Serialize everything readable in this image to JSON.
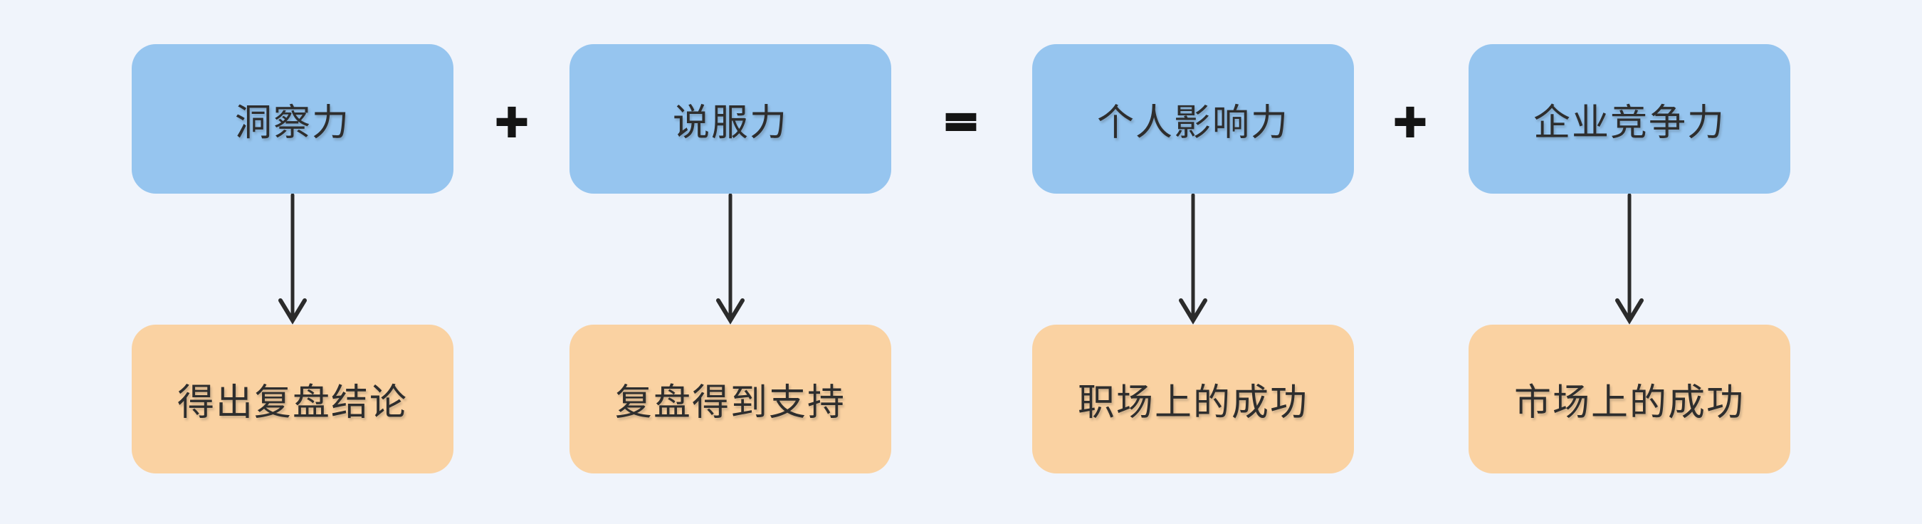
{
  "diagram": {
    "columns": [
      {
        "top": "洞察力",
        "bottom": "得出复盘结论"
      },
      {
        "top": "说服力",
        "bottom": "复盘得到支持"
      },
      {
        "top": "个人影响力",
        "bottom": "职场上的成功"
      },
      {
        "top": "企业竞争力",
        "bottom": "市场上的成功"
      }
    ],
    "operators": [
      "+",
      "=",
      "+"
    ],
    "colors": {
      "background": "#F0F4FB",
      "top_box": "#96C5EF",
      "bottom_box": "#FAD2A2",
      "text": "#2E2E2E",
      "operator": "#141414",
      "arrow": "#2B2B2B"
    }
  }
}
